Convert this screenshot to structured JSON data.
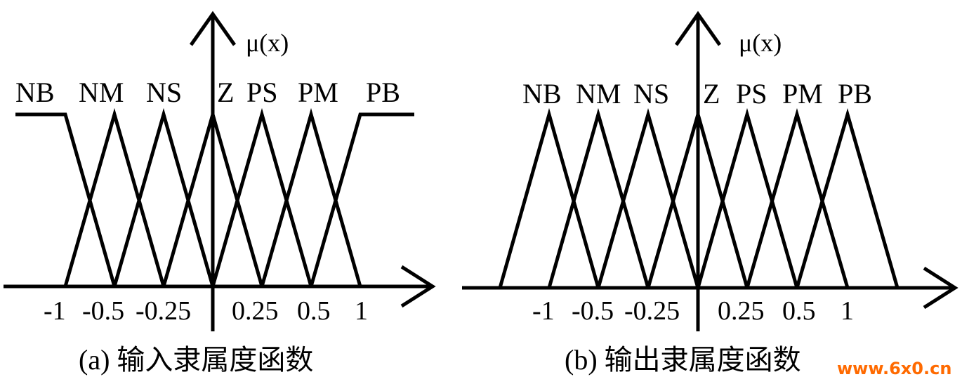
{
  "panels": [
    {
      "id": "a",
      "caption": "(a) 输入隶属度函数",
      "axis_label": "μ(x)",
      "sets": [
        "NB",
        "NM",
        "NS",
        "Z",
        "PS",
        "PM",
        "PB"
      ],
      "ticks": [
        "-1",
        "-0.5",
        "-0.25",
        "0.25",
        "0.5",
        "1"
      ]
    },
    {
      "id": "b",
      "caption": "(b) 输出隶属度函数",
      "axis_label": "μ(x)",
      "sets": [
        "NB",
        "NM",
        "NS",
        "Z",
        "PS",
        "PM",
        "PB"
      ],
      "ticks": [
        "-1",
        "-0.5",
        "-0.25",
        "0.25",
        "0.5",
        "1"
      ]
    }
  ],
  "watermark": "www.6x0.cn"
}
